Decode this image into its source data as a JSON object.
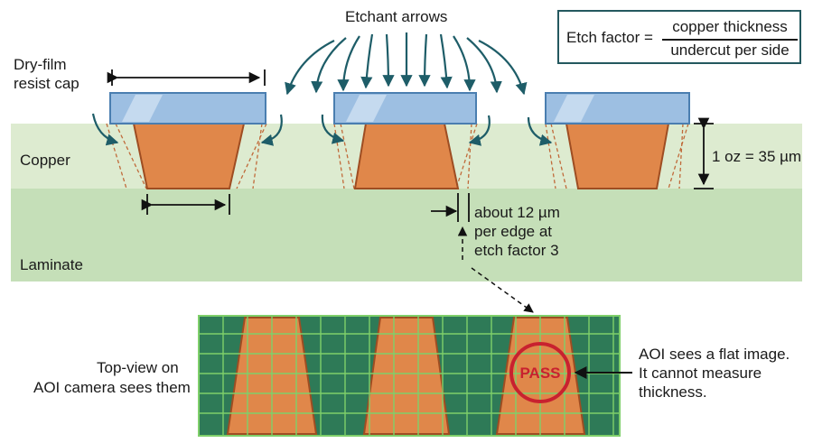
{
  "labels": {
    "etchant_arrows": "Etchant arrows",
    "resist_line1": "Dry-film",
    "resist_line2": "resist cap",
    "copper": "Copper",
    "laminate": "Laminate",
    "copper_thickness": "1 oz = 35 µm",
    "undercut_line1": "about 12 µm",
    "undercut_line2": "per edge at",
    "undercut_line3": "etch factor 3",
    "topview_line1": "Top-view on",
    "topview_line2": "AOI camera sees them",
    "aoi_line1": "AOI sees a flat image.",
    "aoi_line2": "It cannot measure",
    "aoi_line3": "thickness.",
    "pass_stamp": "PASS"
  },
  "formula": {
    "lhs": "Etch factor =",
    "numerator": "copper thickness",
    "denominator": "undercut per side"
  },
  "colors": {
    "copper_band": "#ddebd0",
    "laminate_band": "#c5dfb8",
    "trace_fill": "#e0874a",
    "trace_edge": "#9e4d22",
    "resist_fill": "#9dbfe2",
    "resist_edge": "#4a7eb0",
    "arrow_teal": "#1e5d68",
    "aoi_bg": "#2e7a57",
    "aoi_grid": "#7fcf6a",
    "pass_red": "#c8212f"
  }
}
